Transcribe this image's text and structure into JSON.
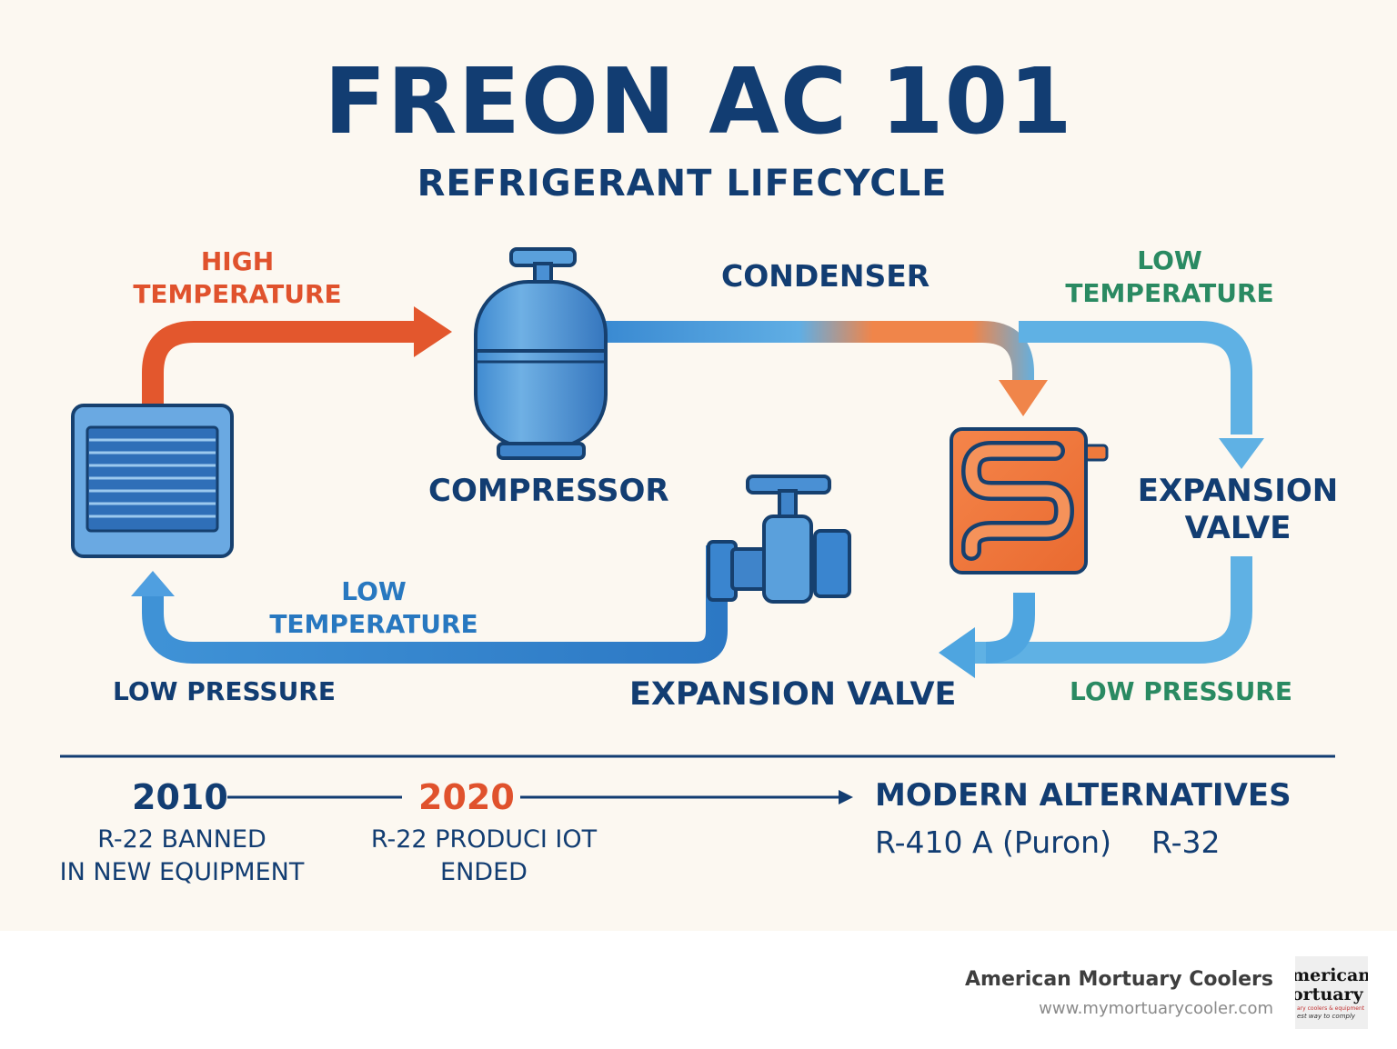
{
  "title": "FREON AC 101",
  "subtitle": "REFRIGERANT LIFECYCLE",
  "cycle": {
    "high_temperature": "HIGH\nTEMPERATURE",
    "condenser": "CONDENSER",
    "low_temperature_right": "LOW\nTEMPERATURE",
    "compressor": "COMPRESSOR",
    "expansion_valve_right": "EXPANSION\nVALVE",
    "low_temperature_left": "LOW\nTEMPERATURE",
    "low_pressure_left": "LOW PRESSURE",
    "expansion_valve_bottom": "EXPANSION VALVE",
    "low_pressure_right": "LOW PRESSURE"
  },
  "timeline": {
    "year_1": "2010",
    "note_1": "R-22 BANNED\nIN NEW EQUIPMENT",
    "year_2": "2020",
    "note_2": "R-22 PRODUCI IOT\nENDED",
    "alternatives_heading": "MODERN ALTERNATIVES",
    "alternative_1": "R-410 A (Puron)",
    "alternative_2": "R-32"
  },
  "footer": {
    "company": "American Mortuary Coolers",
    "url": "www.mymortuarycooler.com"
  },
  "logo": {
    "line_1": "merican",
    "line_2": "ortuary",
    "line_3": "ary coolers & equipment",
    "line_4": "est way to comply"
  },
  "colors": {
    "navy": "#123d72",
    "red": "#e0522d",
    "green": "#2a8a62",
    "blue_label": "#2878c0",
    "pipe_blue": "#3a8ad2",
    "pipe_light_blue": "#5fb1e4",
    "orange": "#f07a3c"
  }
}
